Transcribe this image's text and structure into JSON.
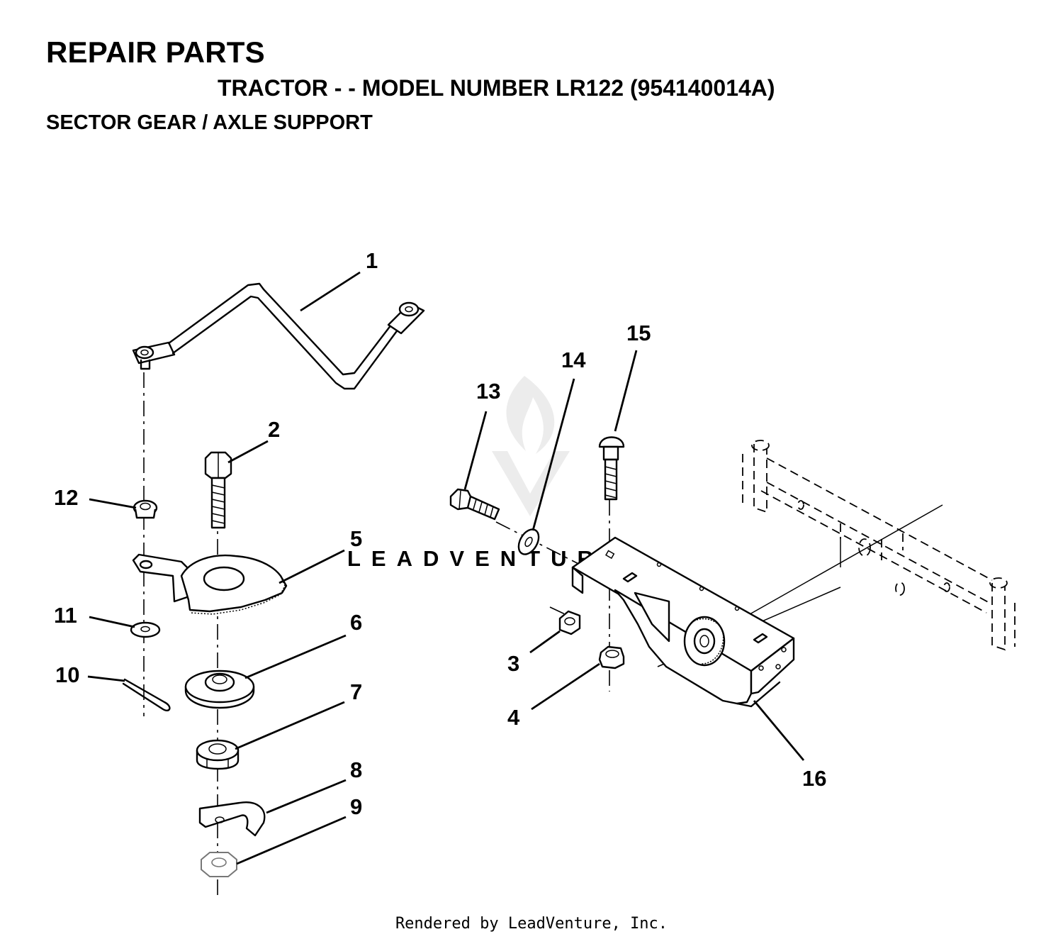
{
  "header": {
    "title": "REPAIR PARTS",
    "subtitle": "TRACTOR - - MODEL NUMBER LR122 (954140014A)",
    "section": "SECTOR GEAR / AXLE SUPPORT"
  },
  "watermark": {
    "text": "LEADVENTURE"
  },
  "callouts": [
    "1",
    "2",
    "3",
    "4",
    "5",
    "6",
    "7",
    "8",
    "9",
    "10",
    "11",
    "12",
    "13",
    "14",
    "15",
    "16"
  ],
  "footer": {
    "text": "Rendered by LeadVenture, Inc."
  }
}
